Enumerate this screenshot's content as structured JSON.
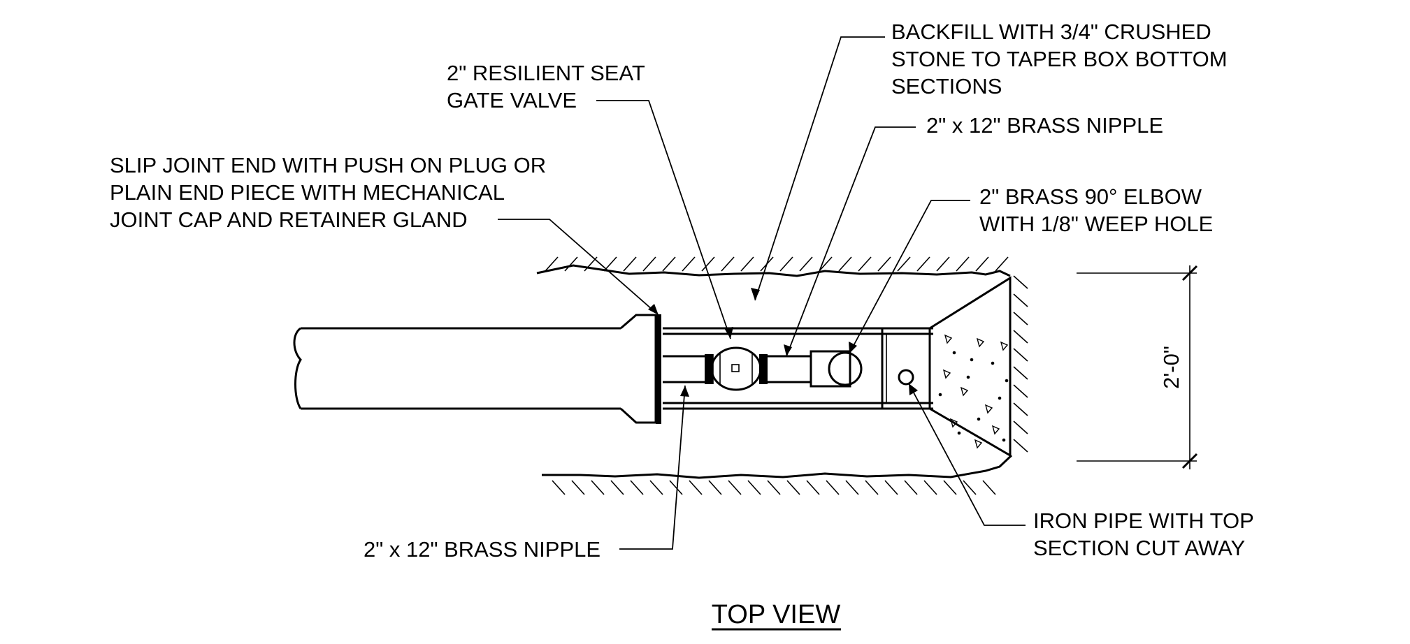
{
  "labels": {
    "backfill": [
      "BACKFILL WITH 3/4\" CRUSHED",
      "STONE TO TAPER BOX BOTTOM",
      "SECTIONS"
    ],
    "gate_valve": [
      "2\" RESILIENT SEAT",
      "GATE VALVE"
    ],
    "nipple_upper": [
      "2\" x 12\" BRASS NIPPLE"
    ],
    "elbow": [
      "2\" BRASS 90° ELBOW",
      "WITH 1/8\" WEEP HOLE"
    ],
    "slip_joint": [
      "SLIP JOINT END WITH PUSH ON PLUG OR",
      "PLAIN END PIECE WITH MECHANICAL",
      "JOINT CAP AND RETAINER GLAND"
    ],
    "nipple_lower": [
      "2\" x 12\" BRASS NIPPLE"
    ],
    "iron_pipe": [
      "IRON PIPE WITH TOP",
      "SECTION CUT AWAY"
    ],
    "dimension": "2'-0\""
  },
  "title": "TOP VIEW"
}
